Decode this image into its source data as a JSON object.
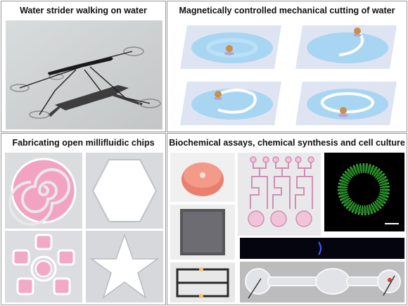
{
  "panels": {
    "top_left": {
      "title": "Water strider walking on water"
    },
    "top_right": {
      "title": "Magnetically controlled mechanical cutting of water"
    },
    "bottom_left": {
      "title": "Fabricating open millifluidic chips"
    },
    "bottom_right": {
      "title": "Biochemical assays, chemical synthesis and cell culture"
    }
  },
  "colors": {
    "border": "#9a9a9a",
    "water_blue": "#a8d6f2",
    "glass": "#dfe4f2",
    "pink_fluid": "#f2a9c6",
    "fluorescence_green": "#3fbf3f"
  }
}
